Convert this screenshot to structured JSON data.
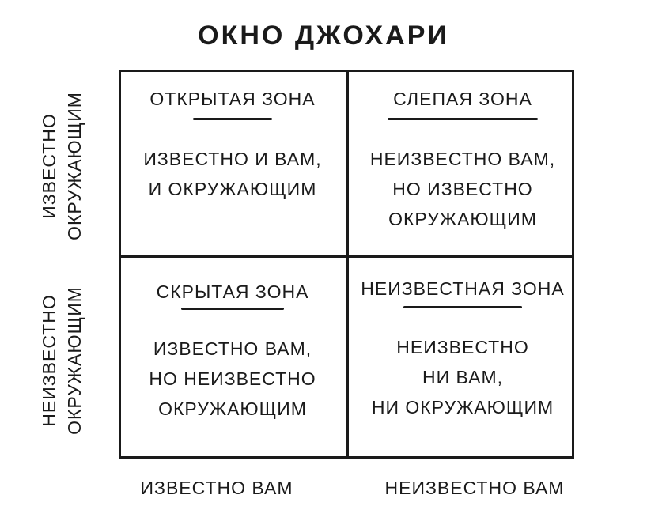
{
  "title": "Окно Джохари",
  "quadrants": [
    {
      "title": "Открытая зона",
      "body": [
        "Известно и вам,",
        "и окружающим"
      ]
    },
    {
      "title": "Слепая зона",
      "body": [
        "Неизвестно вам,",
        "но известно",
        "окружающим"
      ]
    },
    {
      "title": "Скрытая зона",
      "body": [
        "Известно вам,",
        "но неизвестно",
        "окружающим"
      ]
    },
    {
      "title": "Неизвестная зона",
      "body": [
        "Неизвестно",
        "ни вам,",
        "ни окружающим"
      ]
    }
  ],
  "rows": [
    [
      "Известно",
      "окружающим"
    ],
    [
      "Неизвестно",
      "окружающим"
    ]
  ],
  "columns": [
    "Известно вам",
    "Неизвестно вам"
  ]
}
